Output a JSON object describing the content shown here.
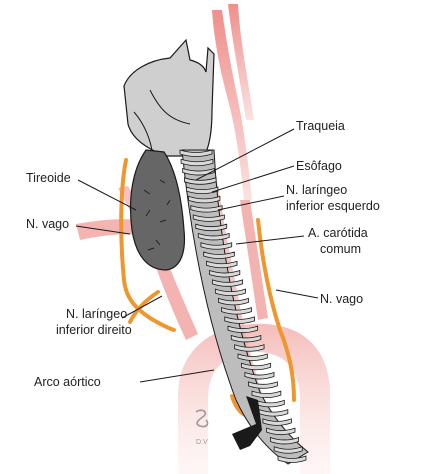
{
  "labels": {
    "traqueia": "Traqueia",
    "esofago": "Esôfago",
    "laringeo_esq_1": "N. laríngeo",
    "laringeo_esq_2": "inferior esquerdo",
    "carotida_1": "A. carótida",
    "carotida_2": "comum",
    "vago_dir": "N. vago",
    "tireoide": "Tireoide",
    "vago_esq": "N. vago",
    "laringeo_dir_1": "N. laríngeo",
    "laringeo_dir_2": "inferior direito",
    "arco_aortico": "Arco aórtico"
  },
  "signature": "D.V",
  "colors": {
    "vessel": "#ee8a86",
    "nerve": "#f0962e",
    "cartilage": "#cfcfcf",
    "outline": "#1a1a1a",
    "thyroid": "#666666"
  }
}
